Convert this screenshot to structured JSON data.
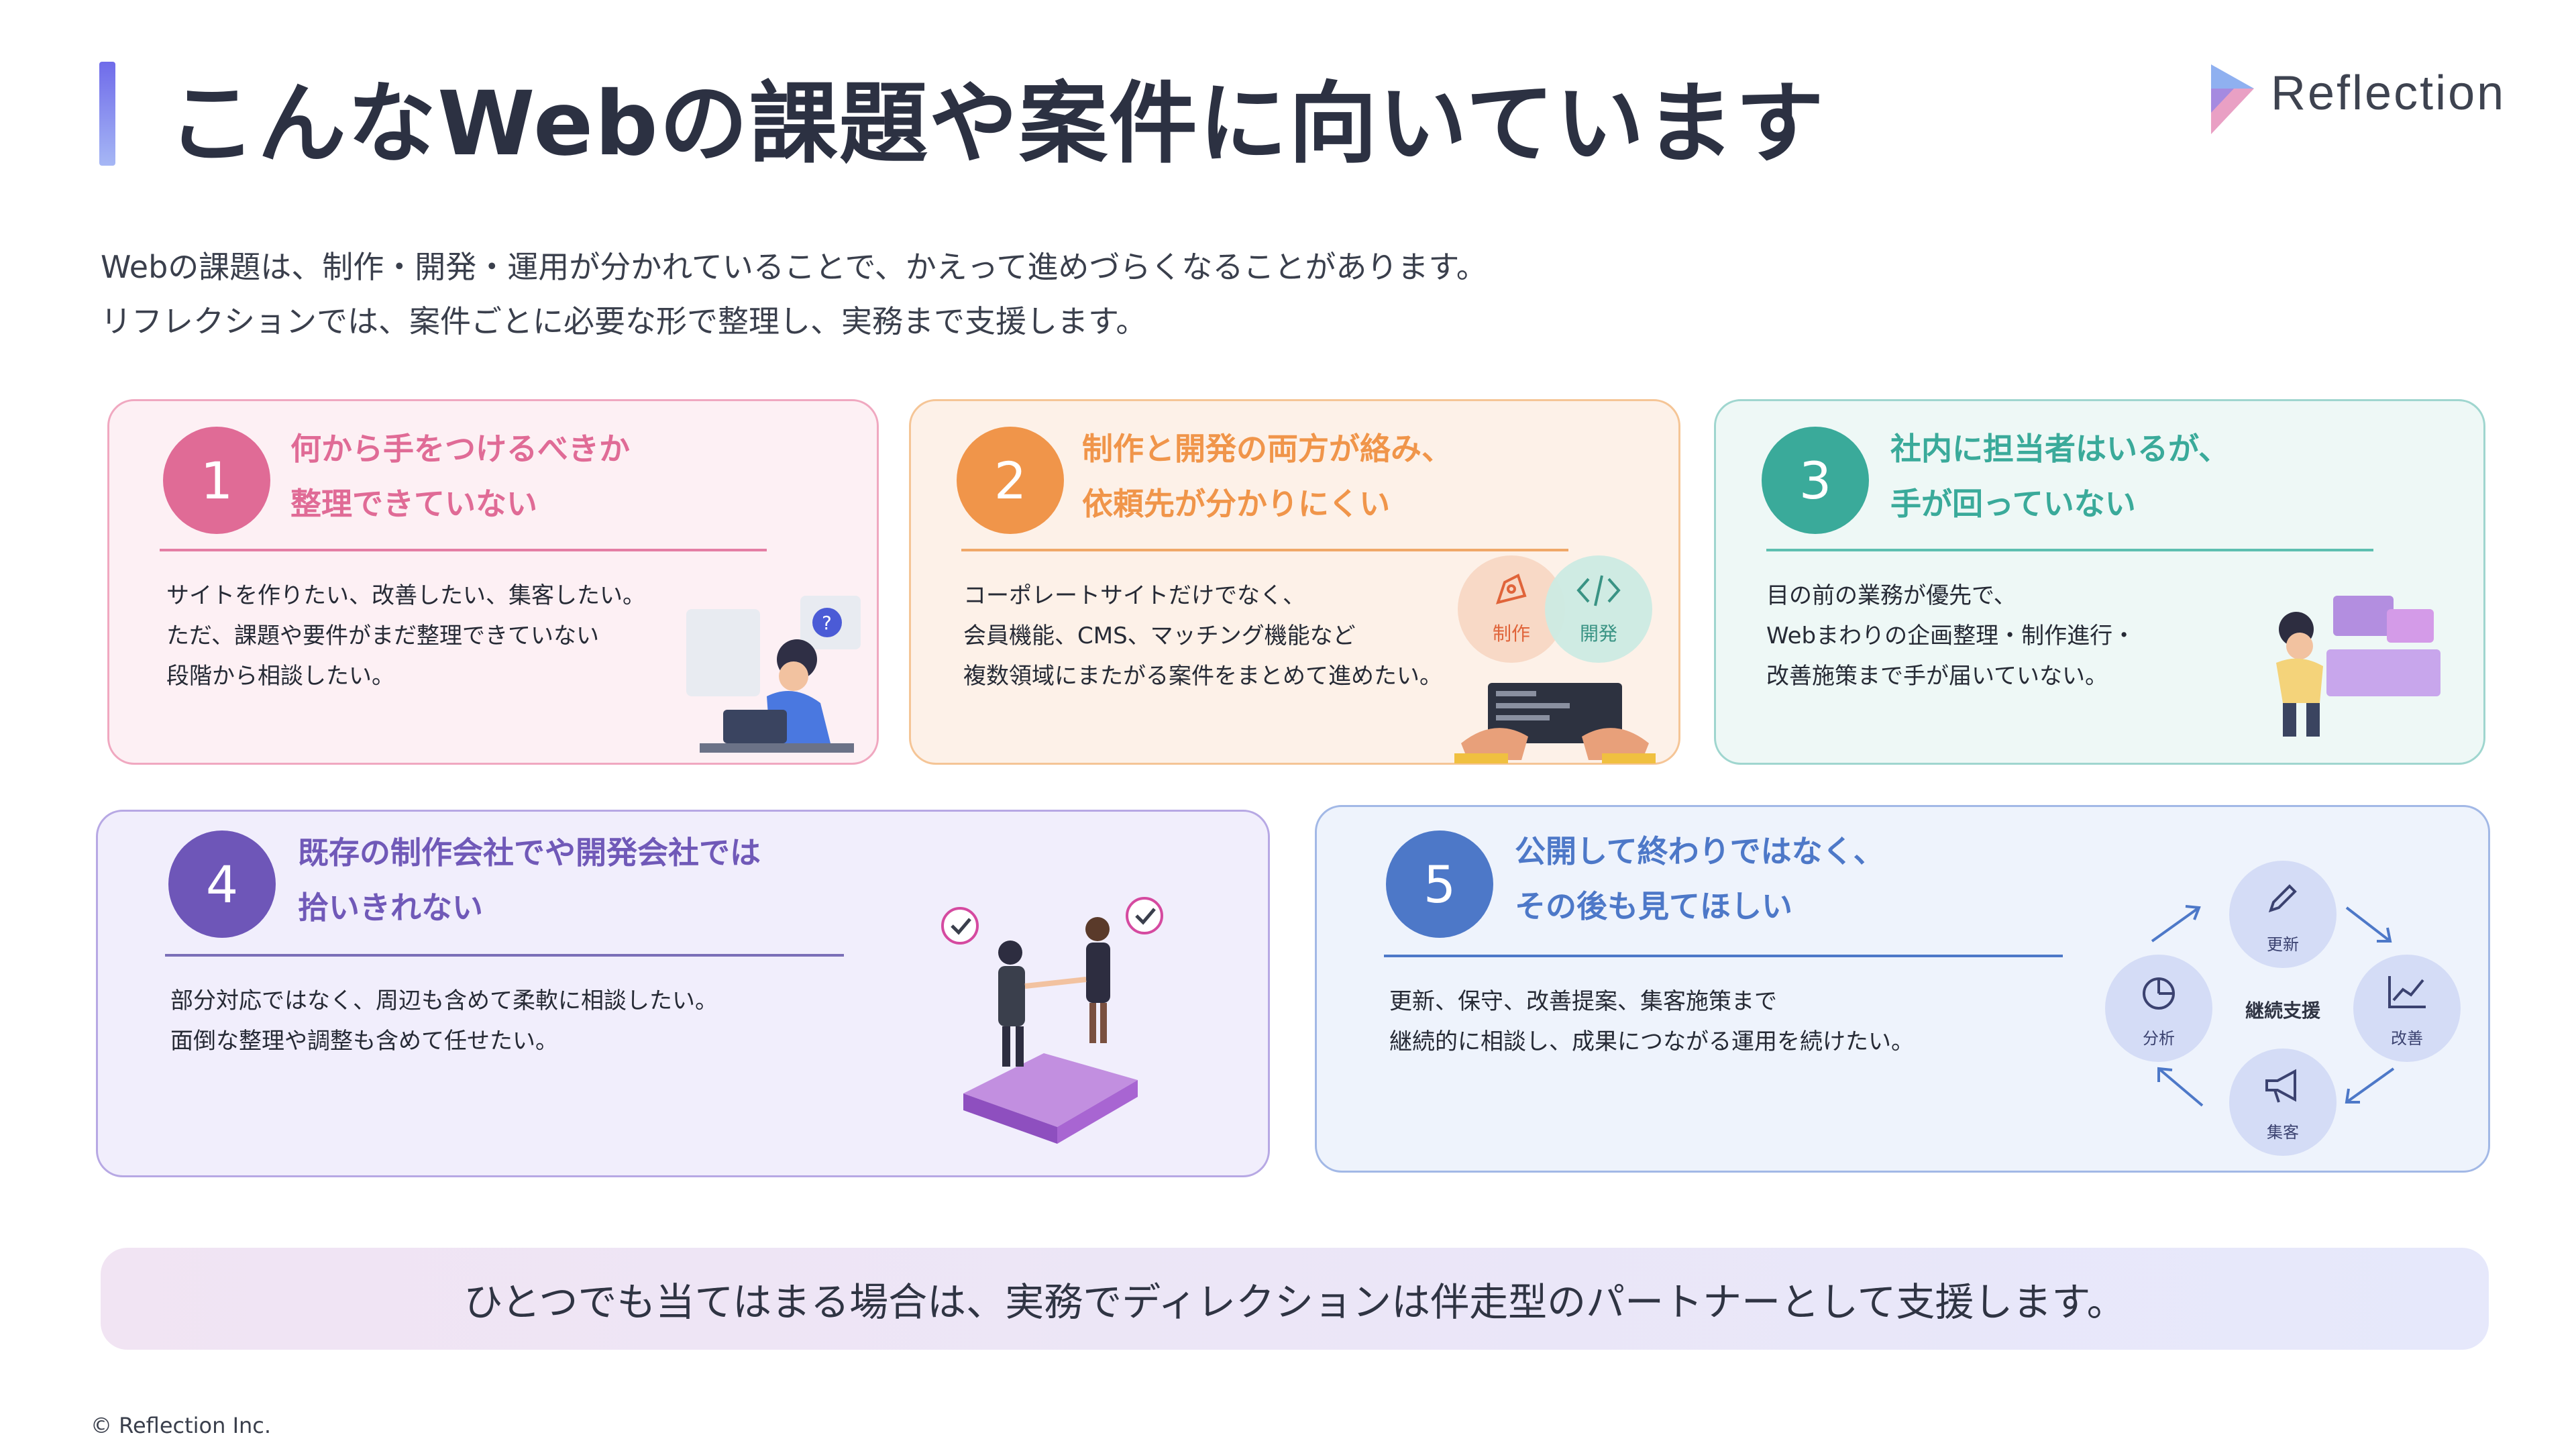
{
  "header": {
    "title": "こんなWebの課題や案件に向いています",
    "logo_text": "Reflection",
    "logo_icon": "reflection-logo-icon"
  },
  "intro": {
    "line1": "Webの課題は、制作・開発・運用が分かれていることで、かえって進めづらくなることがあります。",
    "line2": "リフレクションでは、案件ごとに必要な形で整理し、実務まで支援します。"
  },
  "cards": [
    {
      "number": "1",
      "title_line1": "何から手をつけるべきか",
      "title_line2": "整理できていない",
      "body": [
        "サイトを作りたい、改善したい、集客したい。",
        "ただ、課題や要件がまだ整理できていない",
        "段階から相談したい。"
      ],
      "accent": "#e06b96",
      "illustration": "confused-woman-at-laptop"
    },
    {
      "number": "2",
      "title_line1": "制作と開発の両方が絡み、",
      "title_line2": "依頼先が分かりにくい",
      "body": [
        "コーポレートサイトだけでなく、",
        "会員機能、CMS、マッチング機能など",
        "複数領域にまたがる案件をまとめて進めたい。"
      ],
      "accent": "#f0954a",
      "illustration": "hands-typing-keyboard",
      "badges": [
        {
          "label": "制作",
          "icon": "pen-tool-icon"
        },
        {
          "label": "開発",
          "icon": "code-icon"
        }
      ]
    },
    {
      "number": "3",
      "title_line1": "社内に担当者はいるが、",
      "title_line2": "手が回っていない",
      "body": [
        "目の前の業務が優先で、",
        "Webまわりの企画整理・制作進行・",
        "改善施策まで手が届いていない。"
      ],
      "accent": "#3aaa9a",
      "illustration": "overwhelmed-worker-at-desk"
    },
    {
      "number": "4",
      "title_line1": "既存の制作会社でや開発会社では",
      "title_line2": "拾いきれない",
      "body": [
        "部分対応ではなく、周辺も含めて柔軟に相談したい。",
        "面倒な整理や調整も含めて任せたい。"
      ],
      "accent": "#6e56b8",
      "illustration": "handshake-on-puzzle"
    },
    {
      "number": "5",
      "title_line1": "公開して終わりではなく、",
      "title_line2": "その後も見てほしい",
      "body": [
        "更新、保守、改善提案、集客施策まで",
        "継続的に相談し、成果につながる運用を続けたい。"
      ],
      "accent": "#4d78c8",
      "cycle": {
        "center": "継続支援",
        "items": [
          {
            "label": "更新",
            "icon": "pencil-icon"
          },
          {
            "label": "改善",
            "icon": "line-chart-icon"
          },
          {
            "label": "集客",
            "icon": "megaphone-icon"
          },
          {
            "label": "分析",
            "icon": "pie-chart-icon"
          }
        ]
      }
    }
  ],
  "banner": "ひとつでも当てはまる場合は、実務でディレクションは伴走型のパートナーとして支援します。",
  "footer": {
    "copyright": "© Reflection Inc."
  },
  "colors": {
    "title": "#2c3142",
    "card1_bg": "#fdf0f4",
    "card2_bg": "#fdf1e8",
    "card3_bg": "#eef8f6",
    "card4_bg": "#f1eefc",
    "card5_bg": "#eef3fc"
  }
}
